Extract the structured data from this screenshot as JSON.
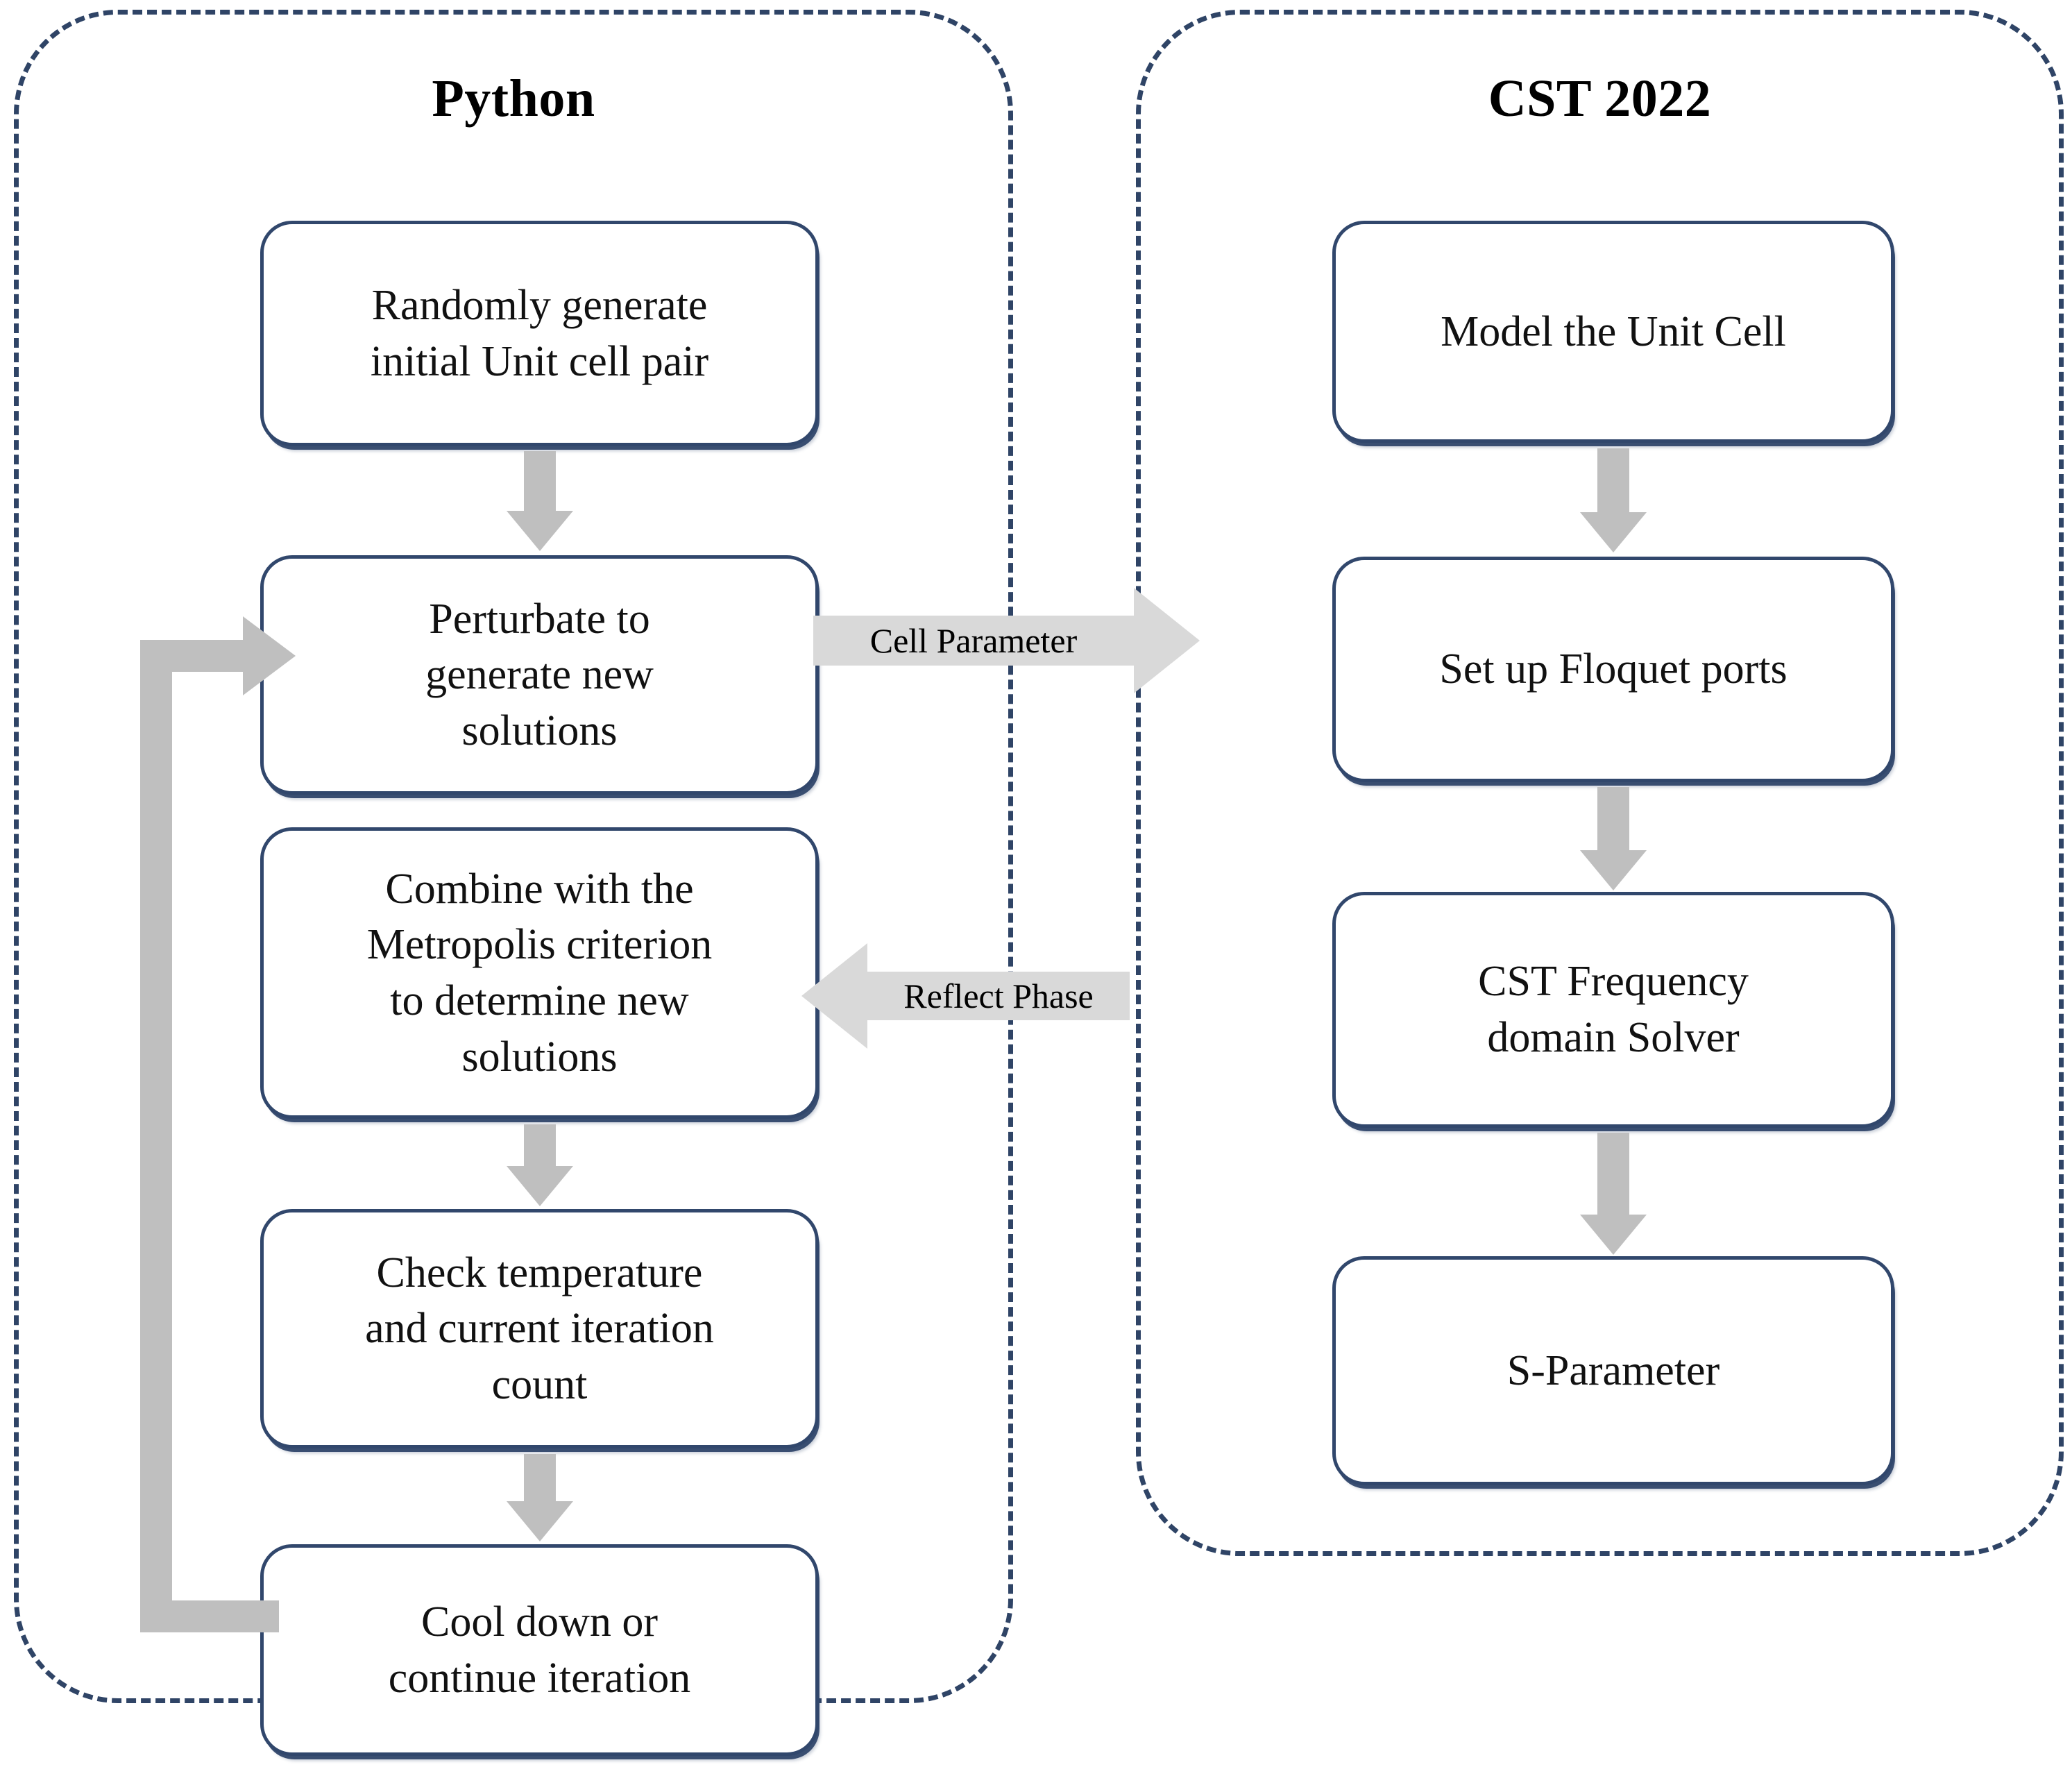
{
  "groups": {
    "python": {
      "title": "Python"
    },
    "cst": {
      "title": "CST 2022"
    }
  },
  "nodes": {
    "python": [
      {
        "id": "init",
        "lines": [
          "Randomly generate",
          "initial Unit cell pair"
        ]
      },
      {
        "id": "perturb",
        "lines": [
          "Perturbate to",
          "generate new",
          "solutions"
        ]
      },
      {
        "id": "metropolis",
        "lines": [
          "Combine with the",
          "Metropolis criterion",
          "to determine new",
          "solutions"
        ]
      },
      {
        "id": "check",
        "lines": [
          "Check temperature",
          "and current iteration",
          "count"
        ]
      },
      {
        "id": "cool",
        "lines": [
          "Cool down or",
          "continue iteration"
        ]
      }
    ],
    "cst": [
      {
        "id": "model",
        "lines": [
          "Model the Unit Cell"
        ]
      },
      {
        "id": "floquet",
        "lines": [
          "Set up Floquet ports"
        ]
      },
      {
        "id": "solver",
        "lines": [
          "CST Frequency",
          "domain Solver"
        ]
      },
      {
        "id": "sparam",
        "lines": [
          "S-Parameter"
        ]
      }
    ]
  },
  "node_text": {
    "init_l1": "Randomly generate",
    "init_l2": "initial Unit cell pair",
    "perturb_l1": "Perturbate to",
    "perturb_l2": "generate new",
    "perturb_l3": "solutions",
    "metropolis_l1": "Combine with the",
    "metropolis_l2": "Metropolis criterion",
    "metropolis_l3": "to determine new",
    "metropolis_l4": "solutions",
    "check_l1": "Check temperature",
    "check_l2": "and current iteration",
    "check_l3": "count",
    "cool_l1": "Cool down or",
    "cool_l2": "continue iteration",
    "model_l1": "Model the Unit Cell",
    "floquet_l1": "Set up Floquet ports",
    "solver_l1": "CST Frequency",
    "solver_l2": "domain Solver",
    "sparam_l1": "S-Parameter"
  },
  "connectors": {
    "cell_parameter": {
      "label": "Cell Parameter",
      "direction": "right",
      "from": "perturb",
      "to": "floquet"
    },
    "reflect_phase": {
      "label": "Reflect Phase",
      "direction": "left",
      "from": "solver",
      "to": "metropolis"
    },
    "feedback_loop": {
      "label": "",
      "direction": "up",
      "from": "cool",
      "to": "perturb"
    }
  },
  "colors": {
    "box_border": "#31476c",
    "group_border": "#2f4466",
    "arrow_gray": "#bfbfbf",
    "label_arrow_gray": "#d9d9d9",
    "text": "#000000",
    "background": "#ffffff"
  }
}
